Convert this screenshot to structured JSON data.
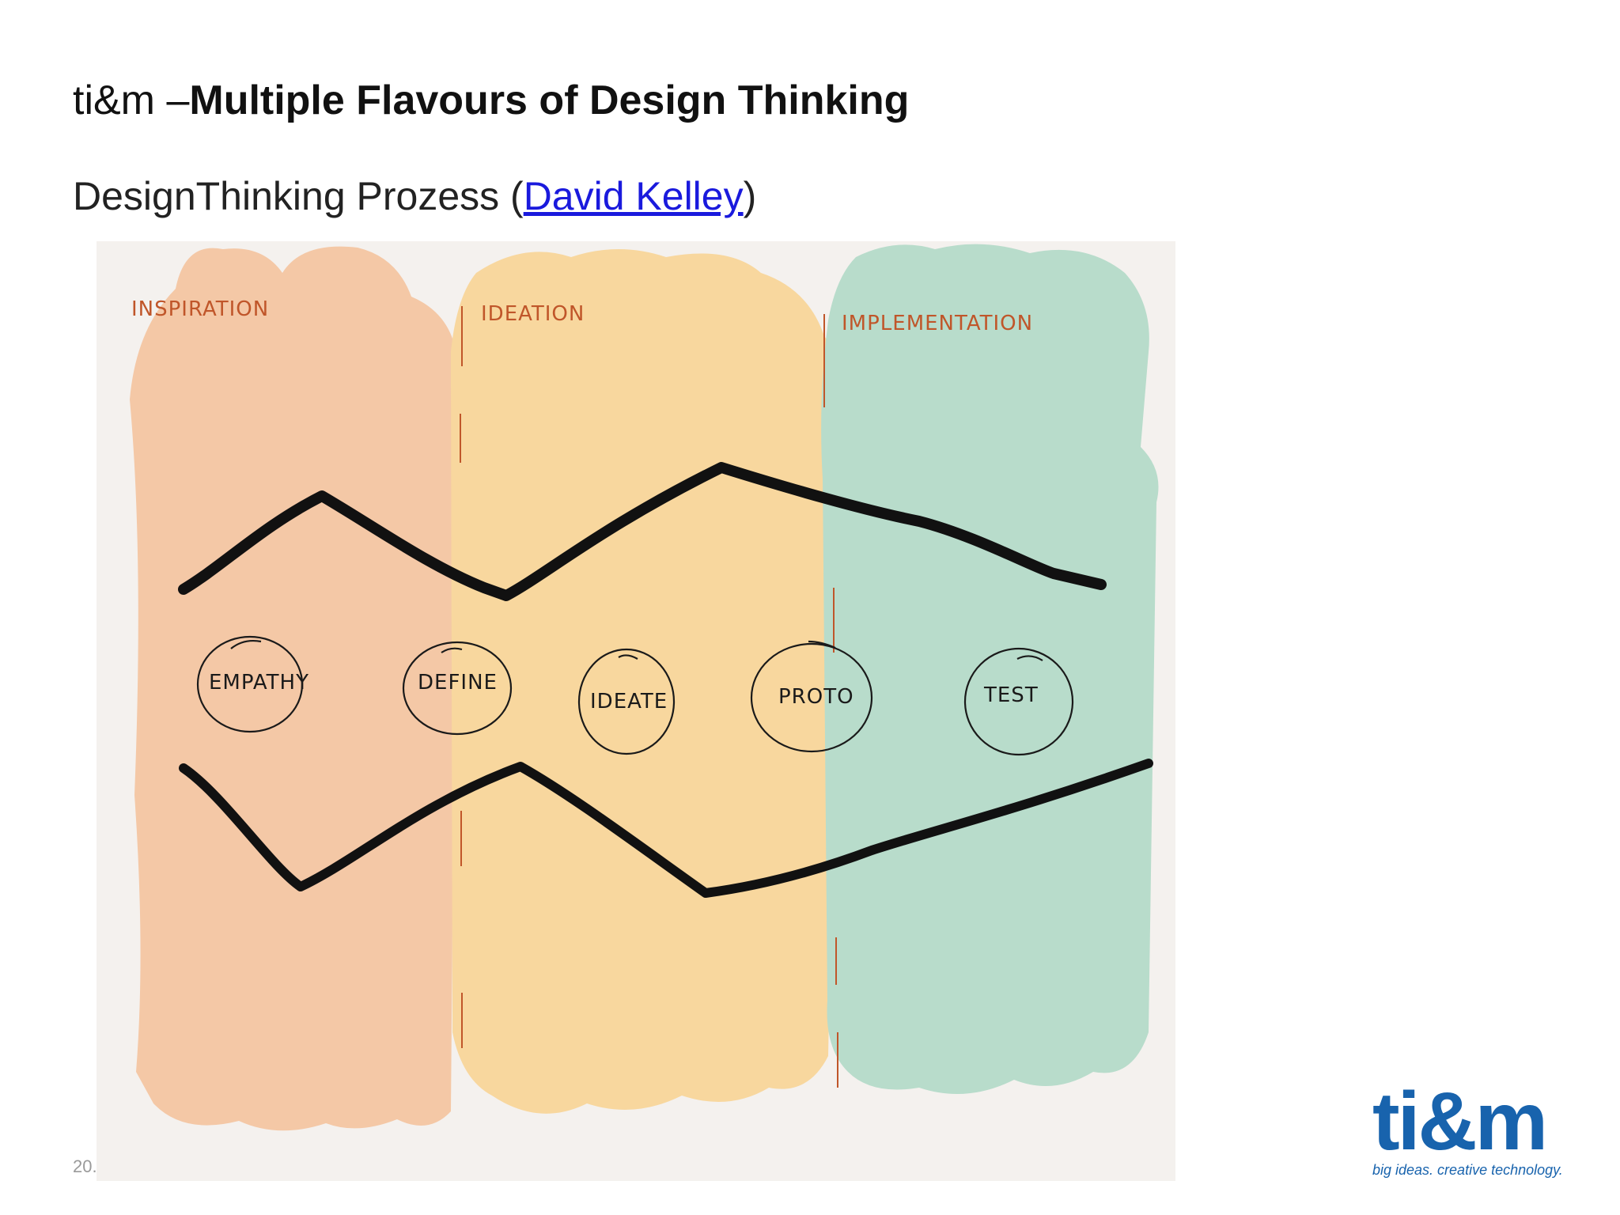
{
  "slide": {
    "title_prefix": "ti&m –",
    "title_bold": "Multiple Flavours of Design Thinking",
    "subtitle_text": "DesignThinking Prozess (",
    "subtitle_link": "David Kelley",
    "subtitle_close": ")",
    "page_number": "20."
  },
  "sketch": {
    "phases": [
      "INSPIRATION",
      "IDEATION",
      "IMPLEMENTATION"
    ],
    "steps": [
      "EMPATHY",
      "DEFINE",
      "IDEATE",
      "PROTO",
      "TEST"
    ],
    "colors": {
      "inspiration": "#f4c8a6",
      "ideation": "#f8d79e",
      "implementation": "#b8dccb",
      "phase_label": "#c0562a",
      "stroke": "#111111"
    }
  },
  "logo": {
    "wordmark": "ti&m",
    "tagline": "big ideas. creative technology.",
    "color": "#1863ad"
  }
}
